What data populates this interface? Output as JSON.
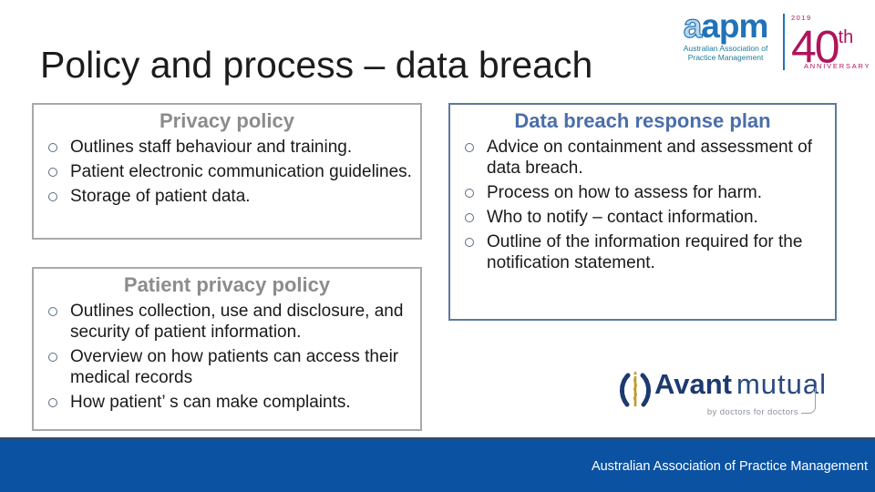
{
  "slide": {
    "title": "Policy and process – data breach"
  },
  "header_logo": {
    "brand_outline": "a",
    "brand_rest": "apm",
    "caption_line1": "Australian Association of",
    "caption_line2": "Practice Management",
    "anniversary_year": "2019",
    "anniversary_number": "40",
    "anniversary_suffix": "th",
    "anniversary_label": "ANNIVERSARY"
  },
  "boxes": [
    {
      "title": "Privacy policy",
      "items": [
        "Outlines staff behaviour and training.",
        "Patient electronic communication guidelines.",
        "Storage of patient data."
      ]
    },
    {
      "title": "Patient privacy policy",
      "items": [
        "Outlines collection, use and disclosure, and security of patient information.",
        "Overview on how patients can access their medical records",
        "How patient’ s can make complaints."
      ]
    },
    {
      "title": "Data breach response plan",
      "items": [
        "Advice on containment and assessment of data breach.",
        "Process on how to assess for harm.",
        "Who to notify – contact information.",
        "Outline of the information required for the notification statement."
      ]
    }
  ],
  "avant_logo": {
    "name_bold": "Avant",
    "name_light": "mutual",
    "tagline": "by doctors for doctors"
  },
  "footer": {
    "text": "Australian Association of Practice Management"
  },
  "colors": {
    "footer_bar": "#0B52A2",
    "box_border_gray": "#A9A9A9",
    "box_border_blue": "#5D7A9C",
    "box_title_gray": "#8C8C8C",
    "box_title_blue": "#4B6EA9",
    "aapm_blue": "#2173B8",
    "aapm_caption_teal": "#1F7A9B",
    "anniversary_magenta": "#B0135C",
    "avant_navy": "#1D3970",
    "avant_gold": "#C49A2C"
  }
}
